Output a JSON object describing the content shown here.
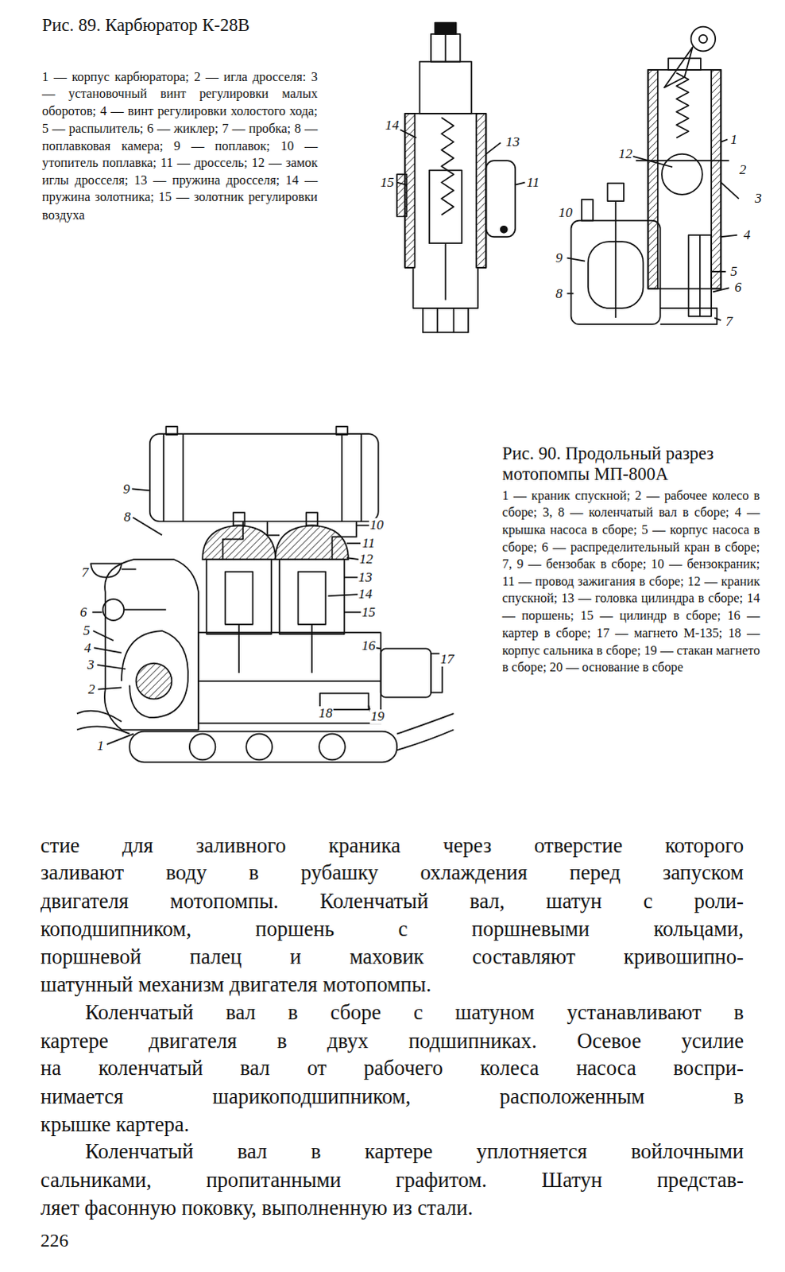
{
  "diagram": {
    "labels": [
      "Рис. 89. Карбюратор К-28В",
      "1 — корпус карбюратора; 2 — игла дросселя: 3 — установочный винт регулировки малых оборотов; 4 — винт регулировки холостого хода; 5 — распылитель; 6 — жиклер; 7 — пробка; 8 — поплавковая камера; 9 — поплавок; 10 — утопитель поплавка; 11 — дроссель; 12 — замок иглы дросселя; 13 — пружина дросселя; 14 — пружина золотника; 15 — золотник регулировки воздуха",
      "14",
      "13",
      "15",
      "11",
      "12",
      "1",
      "2",
      "3",
      "10",
      "4",
      "9",
      "5",
      "8",
      "6",
      "7",
      "9",
      "8",
      "7",
      "6",
      "5",
      "4",
      "3",
      "2",
      "1",
      "10",
      "11",
      "12",
      "13",
      "14",
      "15",
      "16",
      "17",
      "18",
      "19",
      "Рис. 90. Продольный разрез мотопомпы МП-800А",
      "1 — краник спускной; 2 — рабочее колесо в сборе; 3, 8 — коленчатый вал в сборе; 4 — крышка насоса в сборе; 5 — корпус насоса в сборе; 6 — распределительный кран в сборе; 7, 9 — бензобак в сборе; 10 — бензокраник; 11 — провод зажигания в сборе; 12 — краник спускной; 13 — головка цилиндра в сборе; 14 — поршень; 15 — цилиндр в сборе; 16 — картер в сборе; 17 — магнето М-135; 18 — корпус сальника в сборе; 19 — стакан магнето в сборе; 20 — основание в сборе",
      "стие для заливного краника через отверстие которого",
      "заливают воду в рубашку охлаждения перед запуском",
      "двигателя мотопомпы. Коленчатый вал, шатун с роли-",
      "коподшипником, поршень с поршневыми кольцами,",
      "поршневой палец и маховик составляют кривошипно-",
      "шатунный механизм двигателя мотопомпы.",
      "Коленчатый вал в сборе с шатуном устанавливают в",
      "картере двигателя в двух подшипниках. Осевое усилие",
      "на коленчатый вал от рабочего колеса насоса воспри-",
      "нимается шарикоподшипником, расположенным в",
      "крышке картера.",
      "Коленчатый вал в картере уплотняется войлочными",
      "сальниками, пропитанными графитом. Шатун представ-",
      "ляет фасонную поковку, выполненную из стали.",
      "226"
    ]
  }
}
